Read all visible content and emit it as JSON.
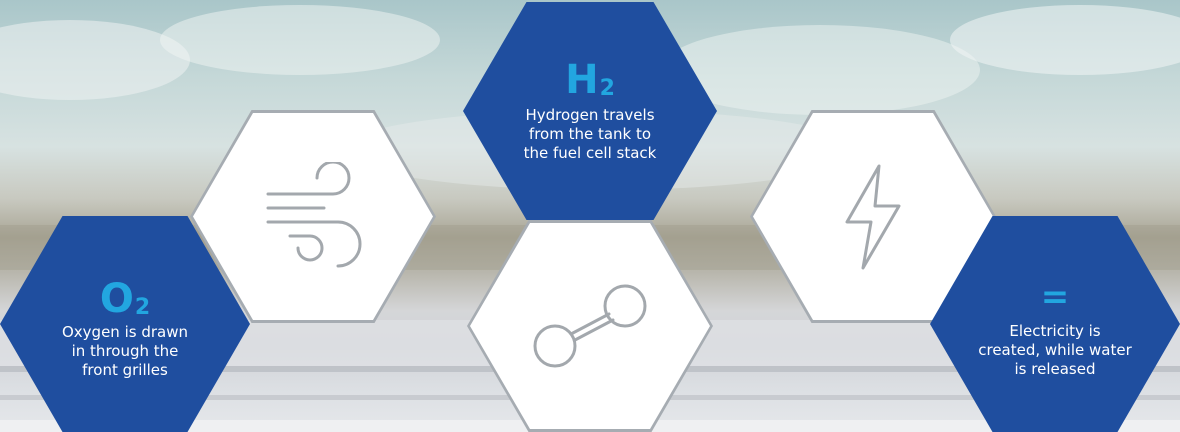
{
  "steps": [
    {
      "symbol": "O",
      "subscript": "2",
      "lines": [
        "Oxygen is drawn",
        "in through the",
        "front grilles"
      ]
    },
    {
      "symbol": "H",
      "subscript": "2",
      "lines": [
        "Hydrogen travels",
        "from the tank to",
        "the fuel cell stack"
      ]
    },
    {
      "symbol": "=",
      "subscript": "",
      "lines": [
        "Electricity is",
        "created, while water",
        "is released"
      ]
    }
  ],
  "icons": [
    "wind-icon",
    "hydrogen-molecule-icon",
    "lightning-bolt-icon"
  ],
  "colors": {
    "hex_blue": "#1f4e9f",
    "symbol_accent": "#22a6e0",
    "hex_white": "#ffffff",
    "icon_stroke": "#a3a8ad"
  }
}
